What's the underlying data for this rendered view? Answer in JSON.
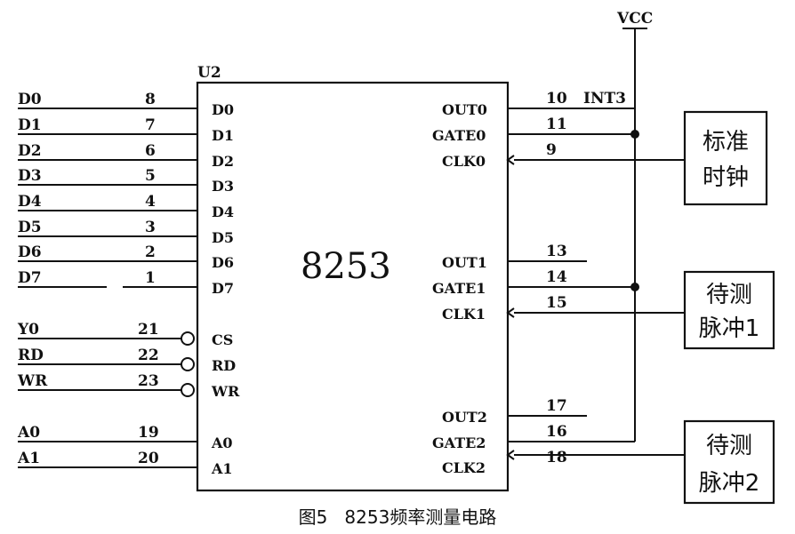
{
  "chip": {
    "ref": "U2",
    "name": "8253"
  },
  "vcc": "VCC",
  "caption": "图5   8253频率测量电路",
  "left_pins": [
    {
      "signal": "D0",
      "pin": "8",
      "label": "D0"
    },
    {
      "signal": "D1",
      "pin": "7",
      "label": "D1"
    },
    {
      "signal": "D2",
      "pin": "6",
      "label": "D2"
    },
    {
      "signal": "D3",
      "pin": "5",
      "label": "D3"
    },
    {
      "signal": "D4",
      "pin": "4",
      "label": "D4"
    },
    {
      "signal": "D5",
      "pin": "3",
      "label": "D5"
    },
    {
      "signal": "D6",
      "pin": "2",
      "label": "D6"
    },
    {
      "signal": "D7",
      "pin": "1",
      "label": "D7"
    },
    {
      "signal": "Y0",
      "pin": "21",
      "label": "CS"
    },
    {
      "signal": "RD",
      "pin": "22",
      "label": "RD"
    },
    {
      "signal": "WR",
      "pin": "23",
      "label": "WR"
    },
    {
      "signal": "A0",
      "pin": "19",
      "label": "A0"
    },
    {
      "signal": "A1",
      "pin": "20",
      "label": "A1"
    }
  ],
  "right_pins": [
    {
      "label": "OUT0",
      "pin": "10",
      "net": "INT3"
    },
    {
      "label": "GATE0",
      "pin": "11",
      "net": ""
    },
    {
      "label": "CLK0",
      "pin": "9",
      "net": ""
    },
    {
      "label": "OUT1",
      "pin": "13",
      "net": ""
    },
    {
      "label": "GATE1",
      "pin": "14",
      "net": ""
    },
    {
      "label": "CLK1",
      "pin": "15",
      "net": ""
    },
    {
      "label": "OUT2",
      "pin": "17",
      "net": ""
    },
    {
      "label": "GATE2",
      "pin": "16",
      "net": ""
    },
    {
      "label": "CLK2",
      "pin": "18",
      "net": ""
    }
  ],
  "sources": [
    {
      "line1": "标准",
      "line2": "时钟"
    },
    {
      "line1": "待测",
      "line2": "脉冲1"
    },
    {
      "line1": "待测",
      "line2": "脉冲2"
    }
  ]
}
